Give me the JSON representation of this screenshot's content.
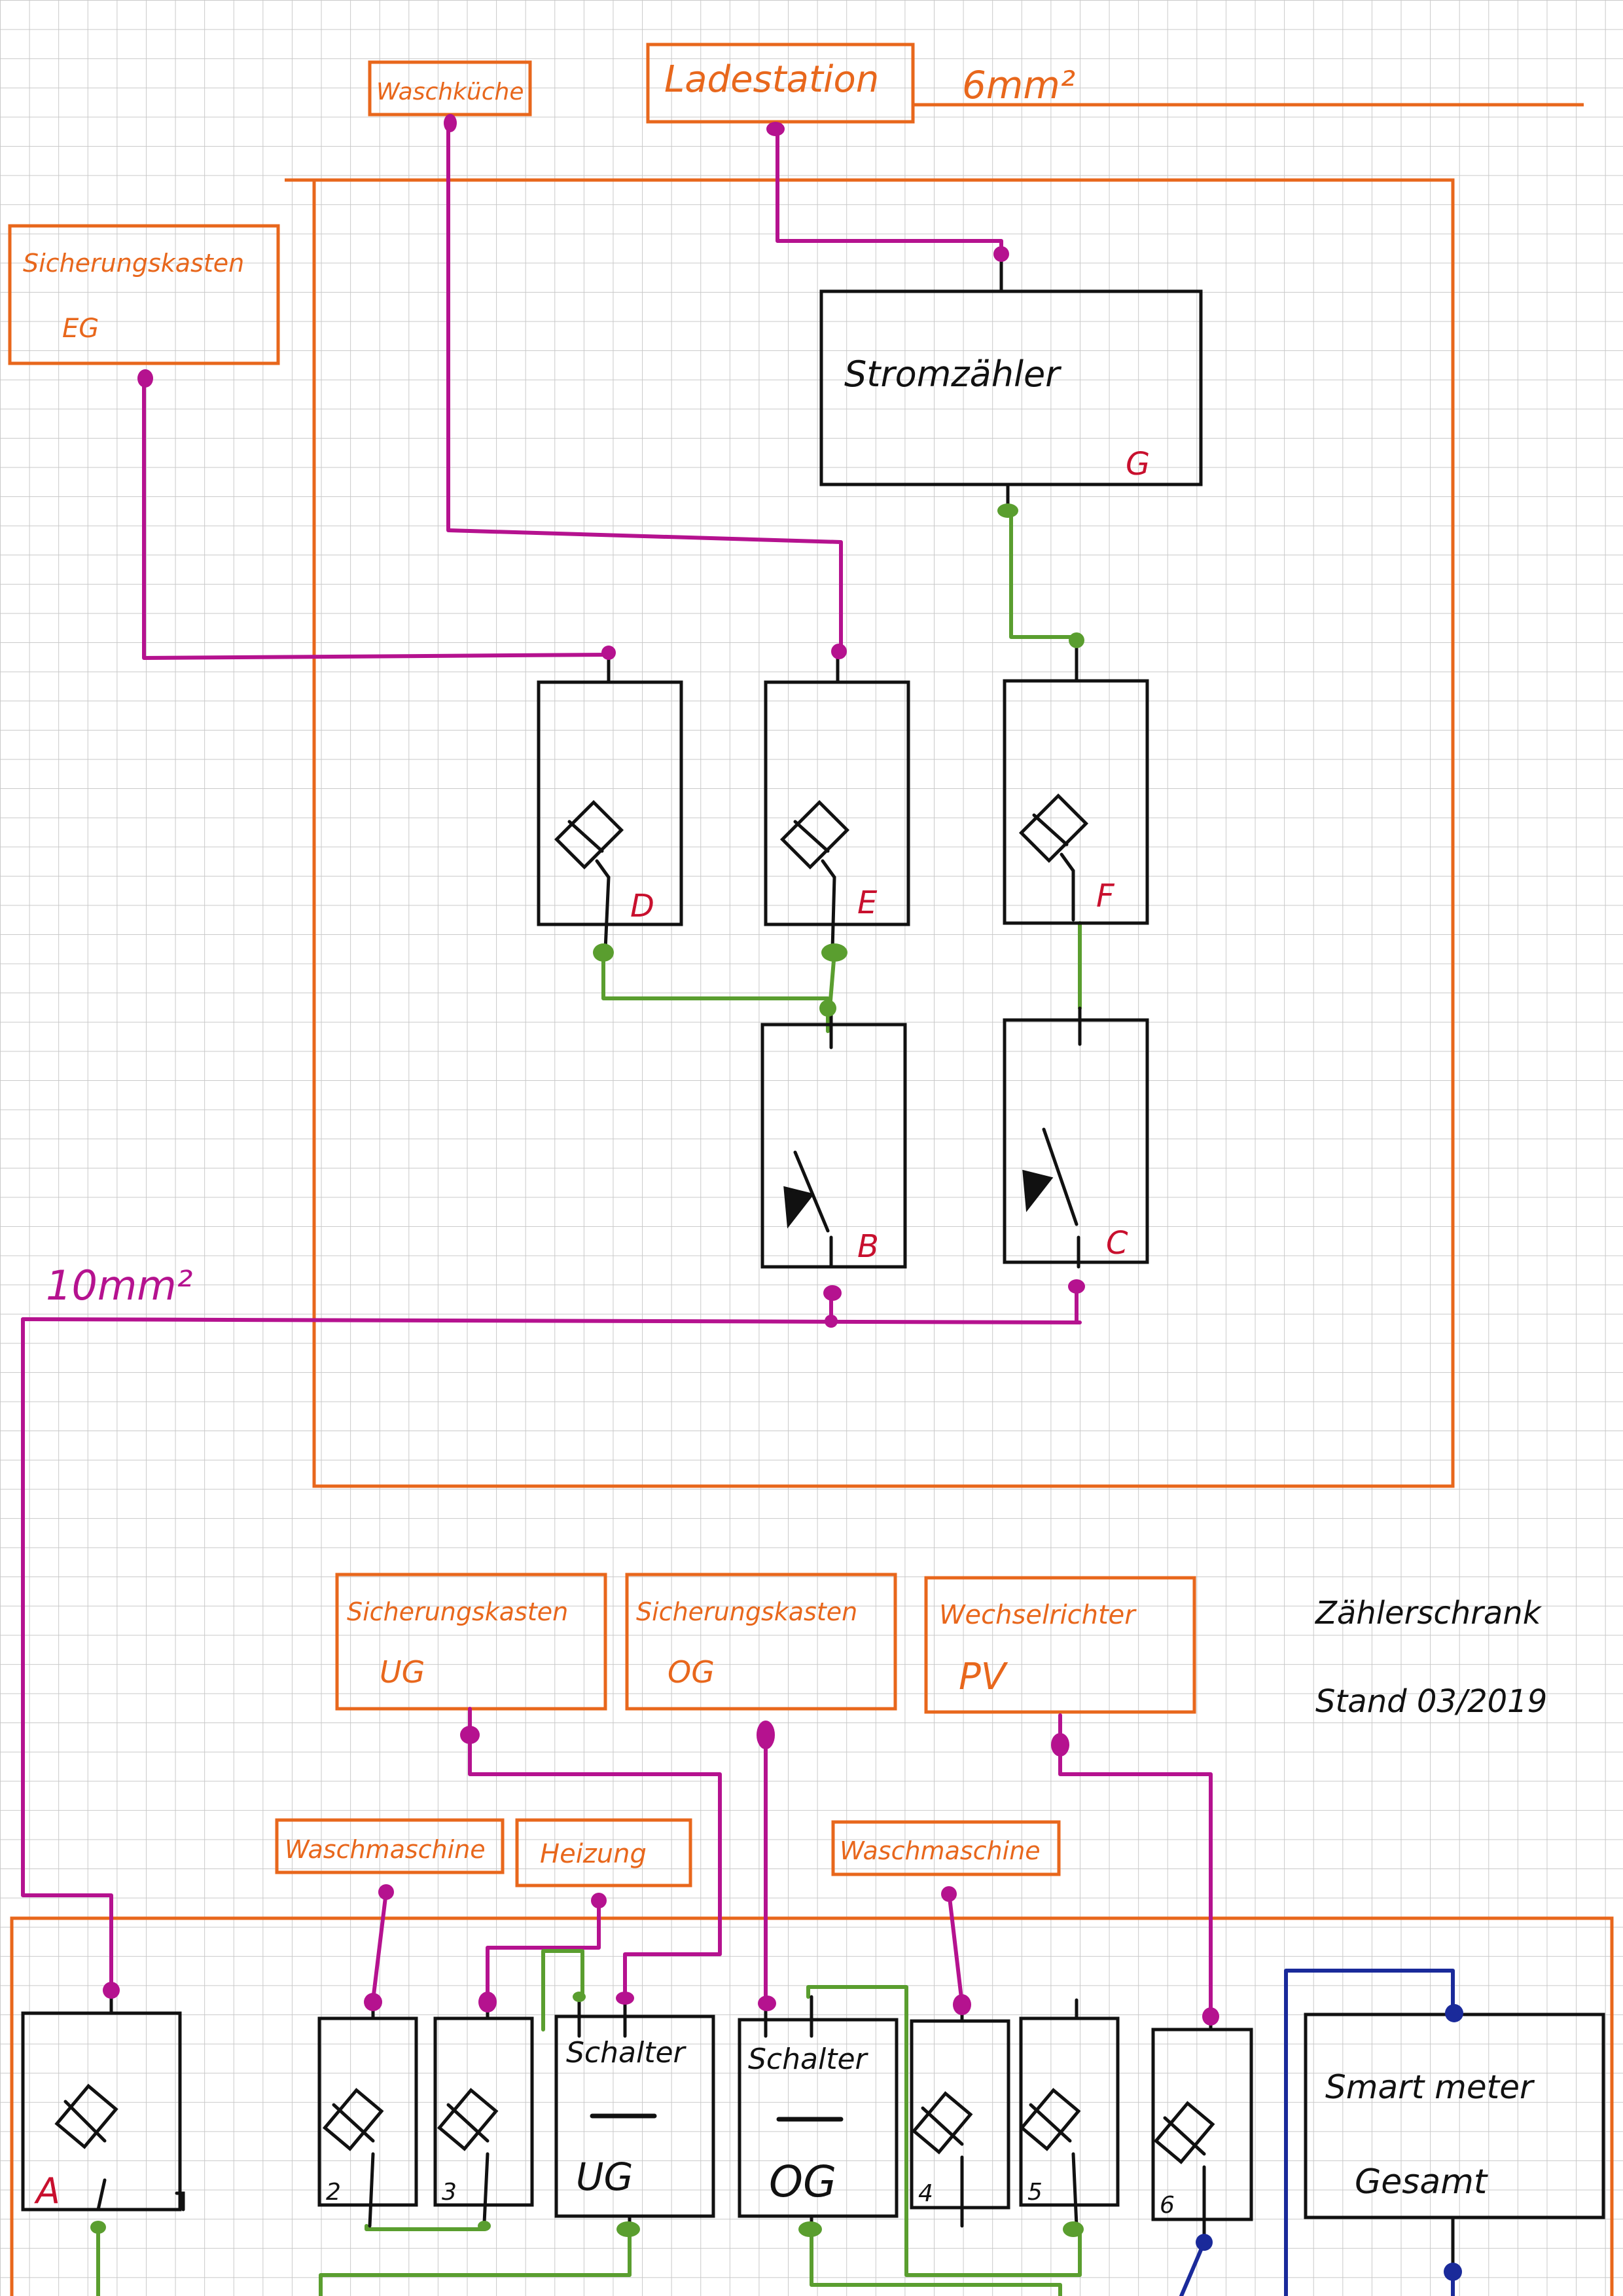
{
  "colors": {
    "orange": "#e8671c",
    "magenta": "#b5128f",
    "green": "#5a9e2f",
    "blue": "#1a2a9a",
    "black": "#111111",
    "red": "#c8102e"
  },
  "labels": {
    "waschkueche": "Waschküche",
    "ladestation": "Ladestation",
    "cable_top": "6mm²",
    "sicherungskasten_eg_1": "Sicherungskasten",
    "sicherungskasten_eg_2": "EG",
    "stromzaehler": "Stromzähler",
    "g": "G",
    "d": "D",
    "e": "E",
    "f": "F",
    "b": "B",
    "c": "C",
    "cable_left": "10mm²",
    "sicherungskasten_ug_1": "Sicherungskasten",
    "sicherungskasten_ug_2": "UG",
    "sicherungskasten_og_1": "Sicherungskasten",
    "sicherungskasten_og_2": "OG",
    "wechselrichter_1": "Wechselrichter",
    "wechselrichter_2": "PV",
    "title": "Zählerschrank",
    "stand": "Stand 03/2019",
    "waschmaschine_1": "Waschmaschine",
    "heizung": "Heizung",
    "waschmaschine_2": "Waschmaschine",
    "a": "A",
    "n2": "2",
    "n3": "3",
    "schalter_ug_1": "Schalter",
    "schalter_ug_2": "UG",
    "schalter_og_1": "Schalter",
    "schalter_og_2": "OG",
    "n4": "4",
    "n5": "5",
    "n6": "6",
    "smartmeter_1": "Smart meter",
    "smartmeter_2": "Gesamt"
  }
}
